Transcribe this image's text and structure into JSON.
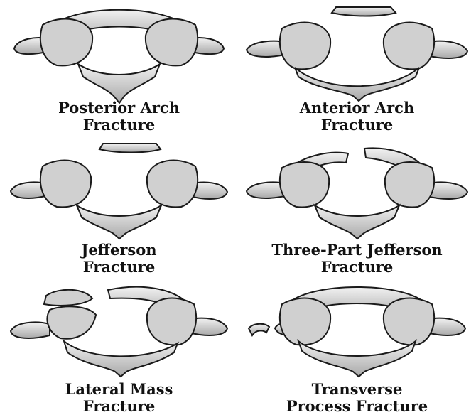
{
  "figures": [
    {
      "id": "posterior-arch",
      "line1": "Posterior Arch",
      "line2": "Fracture"
    },
    {
      "id": "anterior-arch",
      "line1": "Anterior Arch",
      "line2": "Fracture"
    },
    {
      "id": "jefferson",
      "line1": "Jefferson",
      "line2": "Fracture"
    },
    {
      "id": "three-part-jefferson",
      "line1": "Three-Part Jefferson",
      "line2": "Fracture"
    },
    {
      "id": "lateral-mass",
      "line1": "Lateral Mass",
      "line2": "Fracture"
    },
    {
      "id": "transverse-process",
      "line1": "Transverse",
      "line2": "Process Fracture"
    }
  ],
  "colors": {
    "bone_fill": "#e4e4e4",
    "bone_shade": "#9a9a9a",
    "outline": "#1a1a1a",
    "background": "#ffffff"
  }
}
